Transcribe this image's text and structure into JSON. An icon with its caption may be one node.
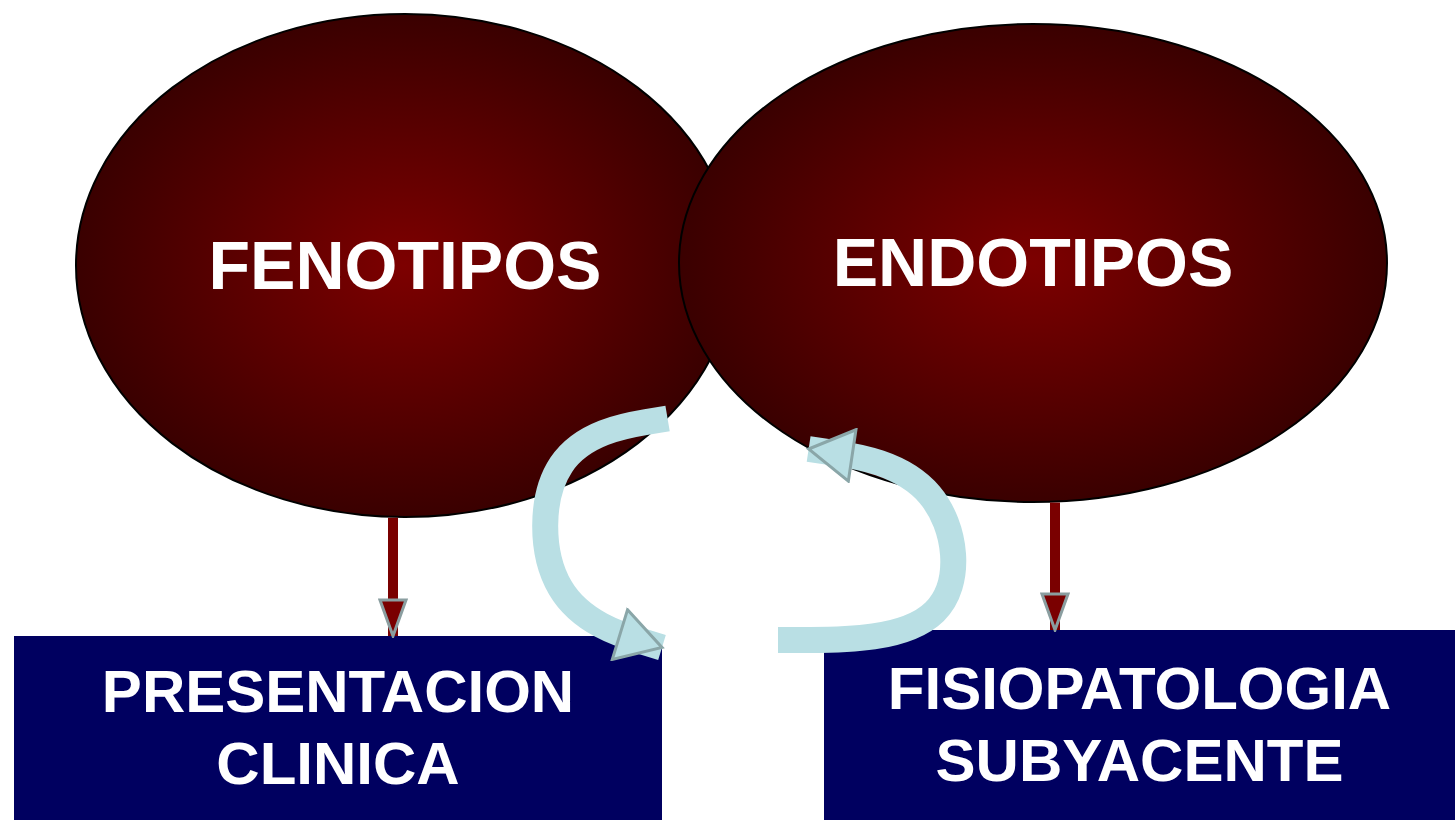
{
  "diagram": {
    "nodes": [
      {
        "text": [
          "FENOTIPOS"
        ]
      },
      {
        "text": [
          "ENDOTIPOS"
        ]
      },
      {
        "text": [
          "PRESENTACION CLINICA"
        ]
      },
      {
        "text": [
          "FISIOPATOLOGIA SUBYACENTE"
        ]
      }
    ],
    "edges": [
      {
        "from": 0,
        "to": 2,
        "arrow": "to"
      },
      {
        "from": 1,
        "to": 3,
        "arrow": "to"
      },
      {
        "from": 0,
        "to": 2,
        "arrow": "to",
        "style": "thick",
        "color": "#b9dfe4"
      },
      {
        "from": null,
        "to": 1,
        "arrow": "to",
        "style": "thick",
        "color": "#b9dfe4"
      }
    ]
  }
}
